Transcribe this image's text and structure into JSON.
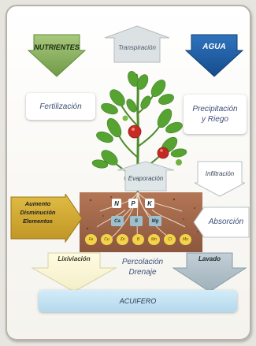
{
  "labels": {
    "nutrientes": "NUTRIENTES",
    "agua": "AGUA",
    "transpiracion": "Transpiración",
    "fertilizacion": "Fertilización",
    "precipitacion_riego": "Precipitación\ny Riego",
    "evaporacion": "Evaporación",
    "infiltracion": "Infiltración",
    "aumento": "Aumento\nDisminución\nElementos",
    "absorcion": "Absorción",
    "lixiviacion": "Lixiviación",
    "percolacion": "Percolación\nDrenaje",
    "lavado": "Lavado",
    "acuifero": "ACUIFERO"
  },
  "soil": {
    "macronutrients": [
      "N",
      "P",
      "K"
    ],
    "secondary": [
      "Ca",
      "S",
      "Mg"
    ],
    "micronutrients": [
      "Fe",
      "Cu",
      "Zn",
      "B",
      "Mn",
      "Cl",
      "Mo"
    ]
  },
  "colors": {
    "nutrientes_arrow": "#8db463",
    "agua_arrow": "#1f5faa",
    "aumento_arrow": "#d4ad2e",
    "soil": "#a0674a",
    "acuifero": "#bfe0f2",
    "micronutrient_fill": "#f2d34a"
  }
}
